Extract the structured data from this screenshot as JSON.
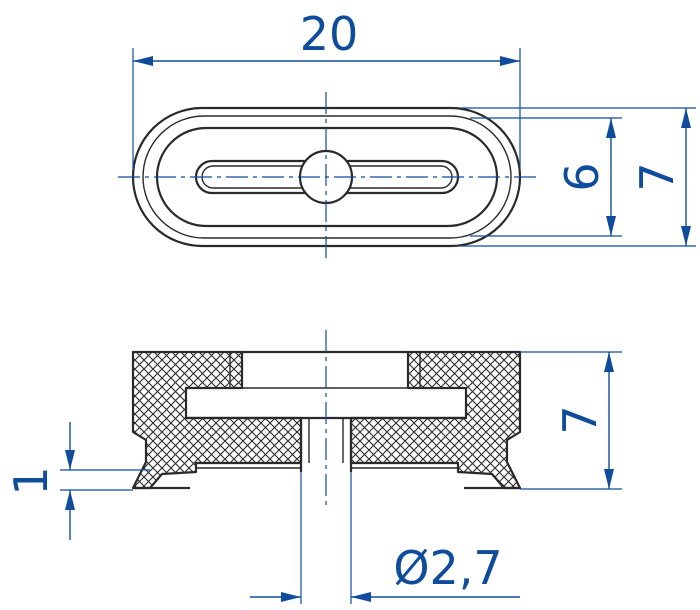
{
  "top_view": {
    "width_label": "20",
    "inner_height_label": "6",
    "outer_height_label": "7"
  },
  "section_view": {
    "height_label": "7",
    "lip_label": "1",
    "bore_label": "Ø2,7"
  },
  "colors": {
    "dimension": "#0f4c9c",
    "outline": "#2a2a2a"
  }
}
